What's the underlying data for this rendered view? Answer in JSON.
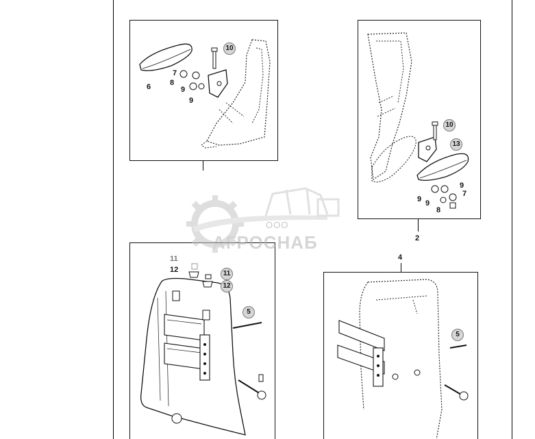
{
  "diagram": {
    "views": [
      {
        "id": "view-1",
        "view_number": "",
        "callouts": [
          "10",
          "7",
          "8",
          "9",
          "9",
          "6"
        ]
      },
      {
        "id": "view-2",
        "view_number": "2",
        "callouts": [
          "10",
          "13",
          "9",
          "9",
          "9",
          "7",
          "8"
        ]
      },
      {
        "id": "view-3",
        "view_number": "",
        "callouts": [
          "11",
          "12",
          "11",
          "12",
          "5"
        ]
      },
      {
        "id": "view-4",
        "view_number": "4",
        "callouts": [
          "5"
        ]
      }
    ]
  },
  "watermark": {
    "prefix": "ООО",
    "name": "АГРОСНАБ"
  }
}
